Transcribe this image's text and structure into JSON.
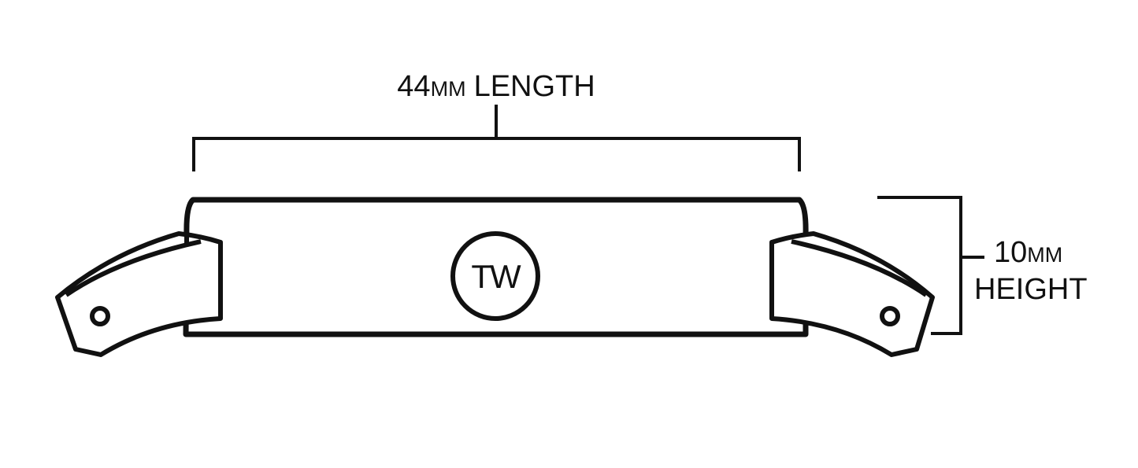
{
  "length_dimension": {
    "value": "44",
    "unit": "MM",
    "label": "LENGTH"
  },
  "height_dimension": {
    "value": "10",
    "unit": "MM",
    "label": "HEIGHT"
  },
  "logo": {
    "text": "TW"
  },
  "colors": {
    "stroke": "#111111",
    "background": "#ffffff"
  }
}
